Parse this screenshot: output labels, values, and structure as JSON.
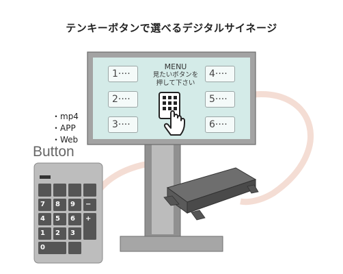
{
  "title": "テンキーボタンで選べるデジタルサイネージ",
  "formats": [
    "・mp4",
    "・APP",
    "・Web"
  ],
  "button_label": "Button",
  "screen": {
    "menu_title": "MENU",
    "menu_subtitle_line1": "見たいボタンを",
    "menu_subtitle_line2": "押して下さい",
    "menu_buttons": [
      "1····",
      "2····",
      "3····",
      "4····",
      "5····",
      "6····"
    ]
  },
  "keypad": {
    "keys": [
      "7",
      "8",
      "9",
      "−",
      "4",
      "5",
      "6",
      "+",
      "1",
      "2",
      "3",
      "0"
    ]
  },
  "colors": {
    "screen_bg": "#d4ebe8",
    "frame": "#a0a0a0",
    "stand": "#8e8e8e",
    "keypad_body": "#bdbdbd",
    "key": "#555555",
    "arc": "#f3d9cf"
  }
}
